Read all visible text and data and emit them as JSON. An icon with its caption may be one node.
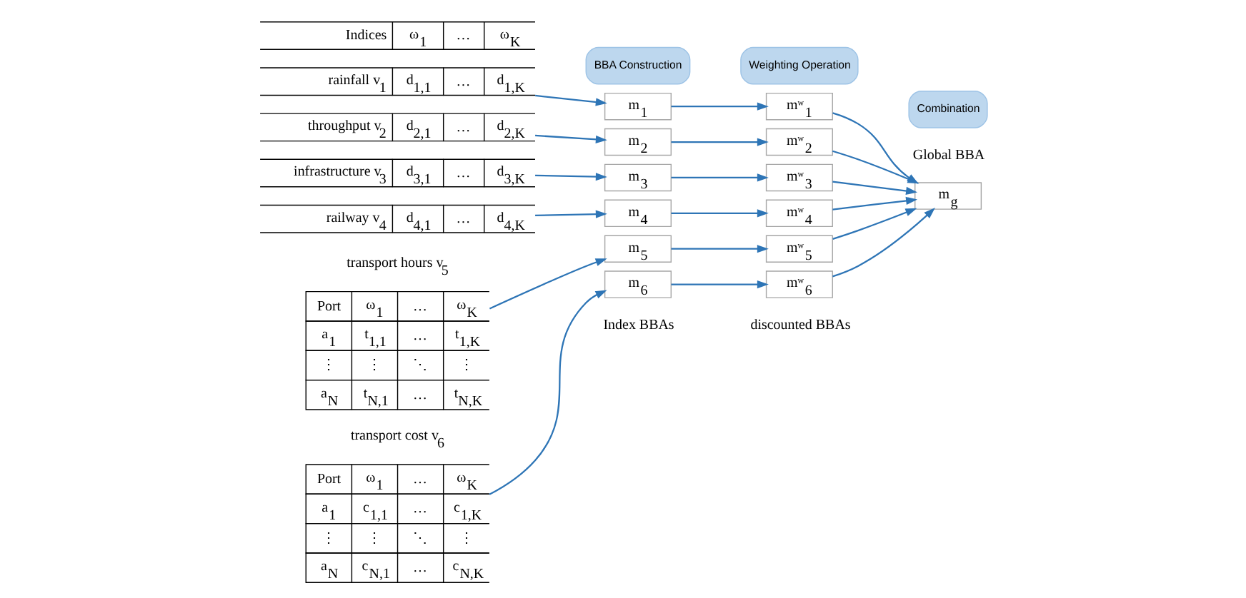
{
  "diagram": {
    "nodes": [
      {
        "text": [
          "BBA Construction"
        ]
      },
      {
        "text": [
          "Weighting Operation"
        ]
      },
      {
        "text": [
          "Combination"
        ]
      },
      {
        "text": [
          "Indices",
          "ω$_{1}$",
          "…",
          "ω$_{K}$"
        ]
      },
      {
        "text": [
          "rainfall v$_{1}$",
          "d$_{1,1}$",
          "…",
          "d$_{1,K}$"
        ]
      },
      {
        "text": [
          "throughput v$_{2}$",
          "d$_{2,1}$",
          "…",
          "d$_{2,K}$"
        ]
      },
      {
        "text": [
          "infrastructure v$_{3}$",
          "d$_{3,1}$",
          "…",
          "d$_{3,K}$"
        ]
      },
      {
        "text": [
          "railway v$_{4}$",
          "d$_{4,1}$",
          "…",
          "d$_{4,K}$"
        ]
      },
      {
        "text": [
          "Port",
          "ω$_{1}$",
          "…",
          "ω$_{K}$",
          "a$_{1}$",
          "t$_{1,1}$",
          "…",
          "t$_{1,K}$",
          "⋮",
          "⋮",
          "⋱",
          "⋮",
          "a$_{N}$",
          "t$_{N,1}$",
          "…",
          "t$_{N,K}$"
        ],
        "beside": [
          "transport hours v$_{5}$"
        ]
      },
      {
        "text": [
          "Port",
          "ω$_{1}$",
          "…",
          "ω$_{K}$",
          "a$_{1}$",
          "c$_{1,1}$",
          "…",
          "c$_{1,K}$",
          "⋮",
          "⋮",
          "⋱",
          "⋮",
          "a$_{N}$",
          "c$_{N,1}$",
          "…",
          "c$_{N,K}$"
        ],
        "beside": [
          "transport cost v$_{6}$"
        ]
      },
      {
        "text": [
          "m$_{1}$"
        ]
      },
      {
        "text": [
          "m$_{2}$"
        ]
      },
      {
        "text": [
          "m$_{3}$"
        ]
      },
      {
        "text": [
          "m$_{4}$"
        ]
      },
      {
        "text": [
          "m$_{5}$"
        ]
      },
      {
        "text": [
          "m$_{6}$"
        ]
      },
      {
        "text": [
          "mʷ$_{1}$"
        ]
      },
      {
        "text": [
          "mʷ$_{2}$"
        ]
      },
      {
        "text": [
          "mʷ$_{3}$"
        ]
      },
      {
        "text": [
          "mʷ$_{4}$"
        ]
      },
      {
        "text": [
          "mʷ$_{5}$"
        ]
      },
      {
        "text": [
          "mʷ$_{6}$"
        ]
      },
      {
        "text": [
          "m$_{g}$"
        ],
        "beside": [
          "Global BBA"
        ]
      }
    ],
    "edges": [
      {
        "from": 4,
        "to": 10,
        "arrow": "to"
      },
      {
        "from": 5,
        "to": 11,
        "arrow": "to"
      },
      {
        "from": 6,
        "to": 12,
        "arrow": "to"
      },
      {
        "from": 7,
        "to": 13,
        "arrow": "to"
      },
      {
        "from": 8,
        "to": 14,
        "arrow": "to"
      },
      {
        "from": 9,
        "to": 15,
        "arrow": "to"
      },
      {
        "from": 10,
        "to": 16,
        "arrow": "to"
      },
      {
        "from": 11,
        "to": 17,
        "arrow": "to"
      },
      {
        "from": 12,
        "to": 18,
        "arrow": "to"
      },
      {
        "from": 13,
        "to": 19,
        "arrow": "to"
      },
      {
        "from": 14,
        "to": 20,
        "arrow": "to"
      },
      {
        "from": 15,
        "to": 21,
        "arrow": "to"
      },
      {
        "from": 16,
        "to": 22,
        "arrow": "to"
      },
      {
        "from": 17,
        "to": 22,
        "arrow": "to"
      },
      {
        "from": 18,
        "to": 22,
        "arrow": "to"
      },
      {
        "from": 19,
        "to": 22,
        "arrow": "to"
      },
      {
        "from": 20,
        "to": 22,
        "arrow": "to"
      },
      {
        "from": 21,
        "to": 22,
        "arrow": "to"
      }
    ],
    "labels": [
      "Index BBAs",
      "discounted BBAs"
    ]
  }
}
